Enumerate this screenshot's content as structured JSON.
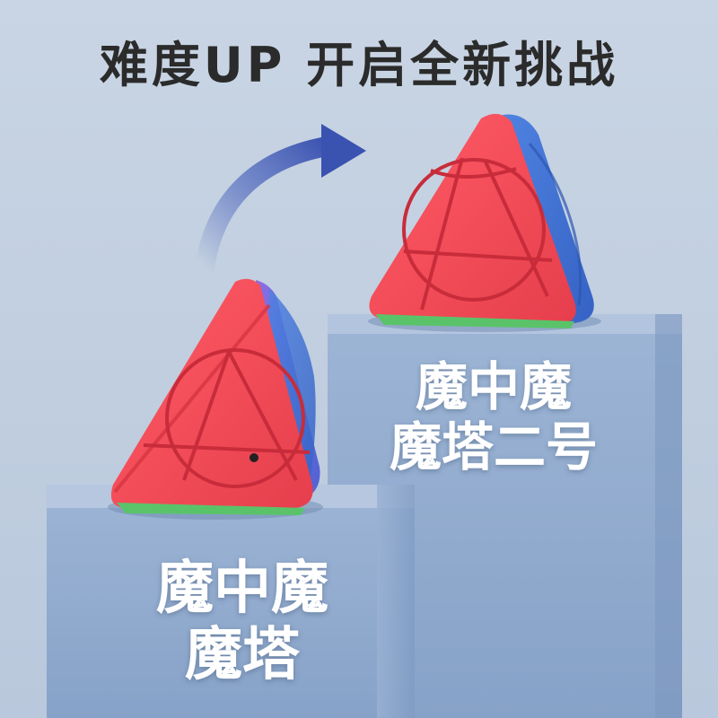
{
  "headline": "难度UP 开启全新挑战",
  "products": [
    {
      "label_line1": "魔中魔",
      "label_line2": "魔塔"
    },
    {
      "label_line1": "魔中魔",
      "label_line2": "魔塔二号"
    }
  ],
  "colors": {
    "background": "#c3d0e0",
    "pedestal_front": "#8fa9cc",
    "pedestal_top": "#b7c8df",
    "puzzle_red": "#f04b57",
    "puzzle_blue": "#3b6fd1",
    "puzzle_purple": "#6d5ad6",
    "puzzle_green": "#5ac36a",
    "arrow": "#3f57b6"
  },
  "icons": [
    "upgrade-arrow-icon"
  ]
}
